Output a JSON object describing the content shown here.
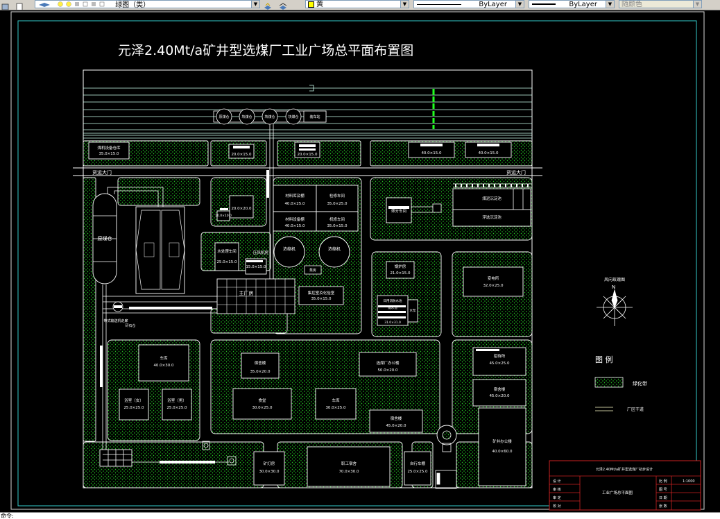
{
  "toolbar": {
    "layer_combo_value": "_绿图（类）",
    "color_combo_value": "黄",
    "linetype_combo_value": "ByLayer",
    "lineweight_combo_value": "ByLayer",
    "plotstyle_combo_value": "随颜色"
  },
  "drawing": {
    "title": "元泽2.40Mt/a矿井型选煤厂工业广场总平面布置图",
    "gates": {
      "left": "货运大门",
      "right": "货运大门"
    },
    "silos": [
      "原煤仓",
      "块煤仓",
      "块煤仓",
      "块煤仓"
    ],
    "top_station": "装车站",
    "buildings": [
      {
        "label": "煤机设备仓库",
        "size": "35.0×15.0"
      },
      {
        "label": "",
        "size": "20.0×15.0"
      },
      {
        "label": "",
        "size": "20.0×15.0"
      },
      {
        "label": "",
        "size": "40.0×15.0"
      },
      {
        "label": "",
        "size": "40.0×15.0"
      },
      {
        "label": "",
        "size": "20.0×20.0"
      },
      {
        "label": "",
        "size": "10.0×10.0"
      },
      {
        "label": "材料库及棚",
        "size": "40.0×25.0"
      },
      {
        "label": "检修车间",
        "size": "35.0×25.0"
      },
      {
        "label": "材料设备棚",
        "size": "40.0×15.0"
      },
      {
        "label": "机修车间",
        "size": "35.0×15.0"
      },
      {
        "label": "浓缩机",
        "size": ""
      },
      {
        "label": "浓缩机",
        "size": ""
      },
      {
        "label": "泵房",
        "size": ""
      },
      {
        "label": "水处理车间",
        "size": "25.0×15.0"
      },
      {
        "label": "压风机房",
        "size": "15.0×15.0"
      },
      {
        "label": "主厂房",
        "size": ""
      },
      {
        "label": "集控室及化验室",
        "size": "35.0×15.0"
      },
      {
        "label": "锅炉房",
        "size": "21.0×15.0"
      },
      {
        "label": "变电所",
        "size": "32.0×25.0"
      },
      {
        "label": "日用消防水池",
        "size": ""
      },
      {
        "label": "储水池",
        "size": "31.0×31.0"
      },
      {
        "label": "水泵",
        "size": ""
      },
      {
        "label": "煤泥沉淀池",
        "size": ""
      },
      {
        "label": "浮选沉淀池",
        "size": ""
      },
      {
        "label": "筛分车间",
        "size": ""
      },
      {
        "label": "车库",
        "size": "40.0×30.0"
      },
      {
        "label": "宿舍楼",
        "size": "35.0×20.0"
      },
      {
        "label": "选煤厂办公楼",
        "size": "50.0×20.0"
      },
      {
        "label": "招待所",
        "size": "45.0×25.0"
      },
      {
        "label": "浴室（女）",
        "size": "25.0×25.0"
      },
      {
        "label": "浴室（男）",
        "size": "25.0×25.0"
      },
      {
        "label": "食堂",
        "size": "30.0×25.0"
      },
      {
        "label": "车库",
        "size": "30.0×25.0"
      },
      {
        "label": "宿舍楼",
        "size": "45.0×20.0"
      },
      {
        "label": "宿舍楼",
        "size": "45.0×20.0"
      },
      {
        "label": "矿井办公楼",
        "size": "40.0×60.0"
      },
      {
        "label": "矿灯房",
        "size": "30.0×30.0"
      },
      {
        "label": "职工宿舍",
        "size": "70.0×30.0"
      },
      {
        "label": "自行车棚",
        "size": "25.0×25.0"
      },
      {
        "label": "原煤仓",
        "size": ""
      },
      {
        "label": "矸石仓",
        "size": ""
      },
      {
        "label": "带式输送机走廊",
        "size": ""
      }
    ],
    "legend": {
      "title": "图    例",
      "items": [
        "绿化带",
        "厂区干道"
      ]
    },
    "compass": {
      "title": "风向玫瑰图",
      "north": "N"
    },
    "title_block": {
      "project": "元泽2.40Mt/a矿井型选煤厂初步设计",
      "drawing_name": "工业广场总平面图",
      "rows": [
        "设  计",
        "审  核",
        "审  定",
        "校  对"
      ],
      "right_labels": [
        "比  例",
        "图  号",
        "日  期",
        "张  数"
      ],
      "right_values": [
        "1:1000",
        "",
        "",
        ""
      ]
    }
  },
  "command_line": "命令:"
}
